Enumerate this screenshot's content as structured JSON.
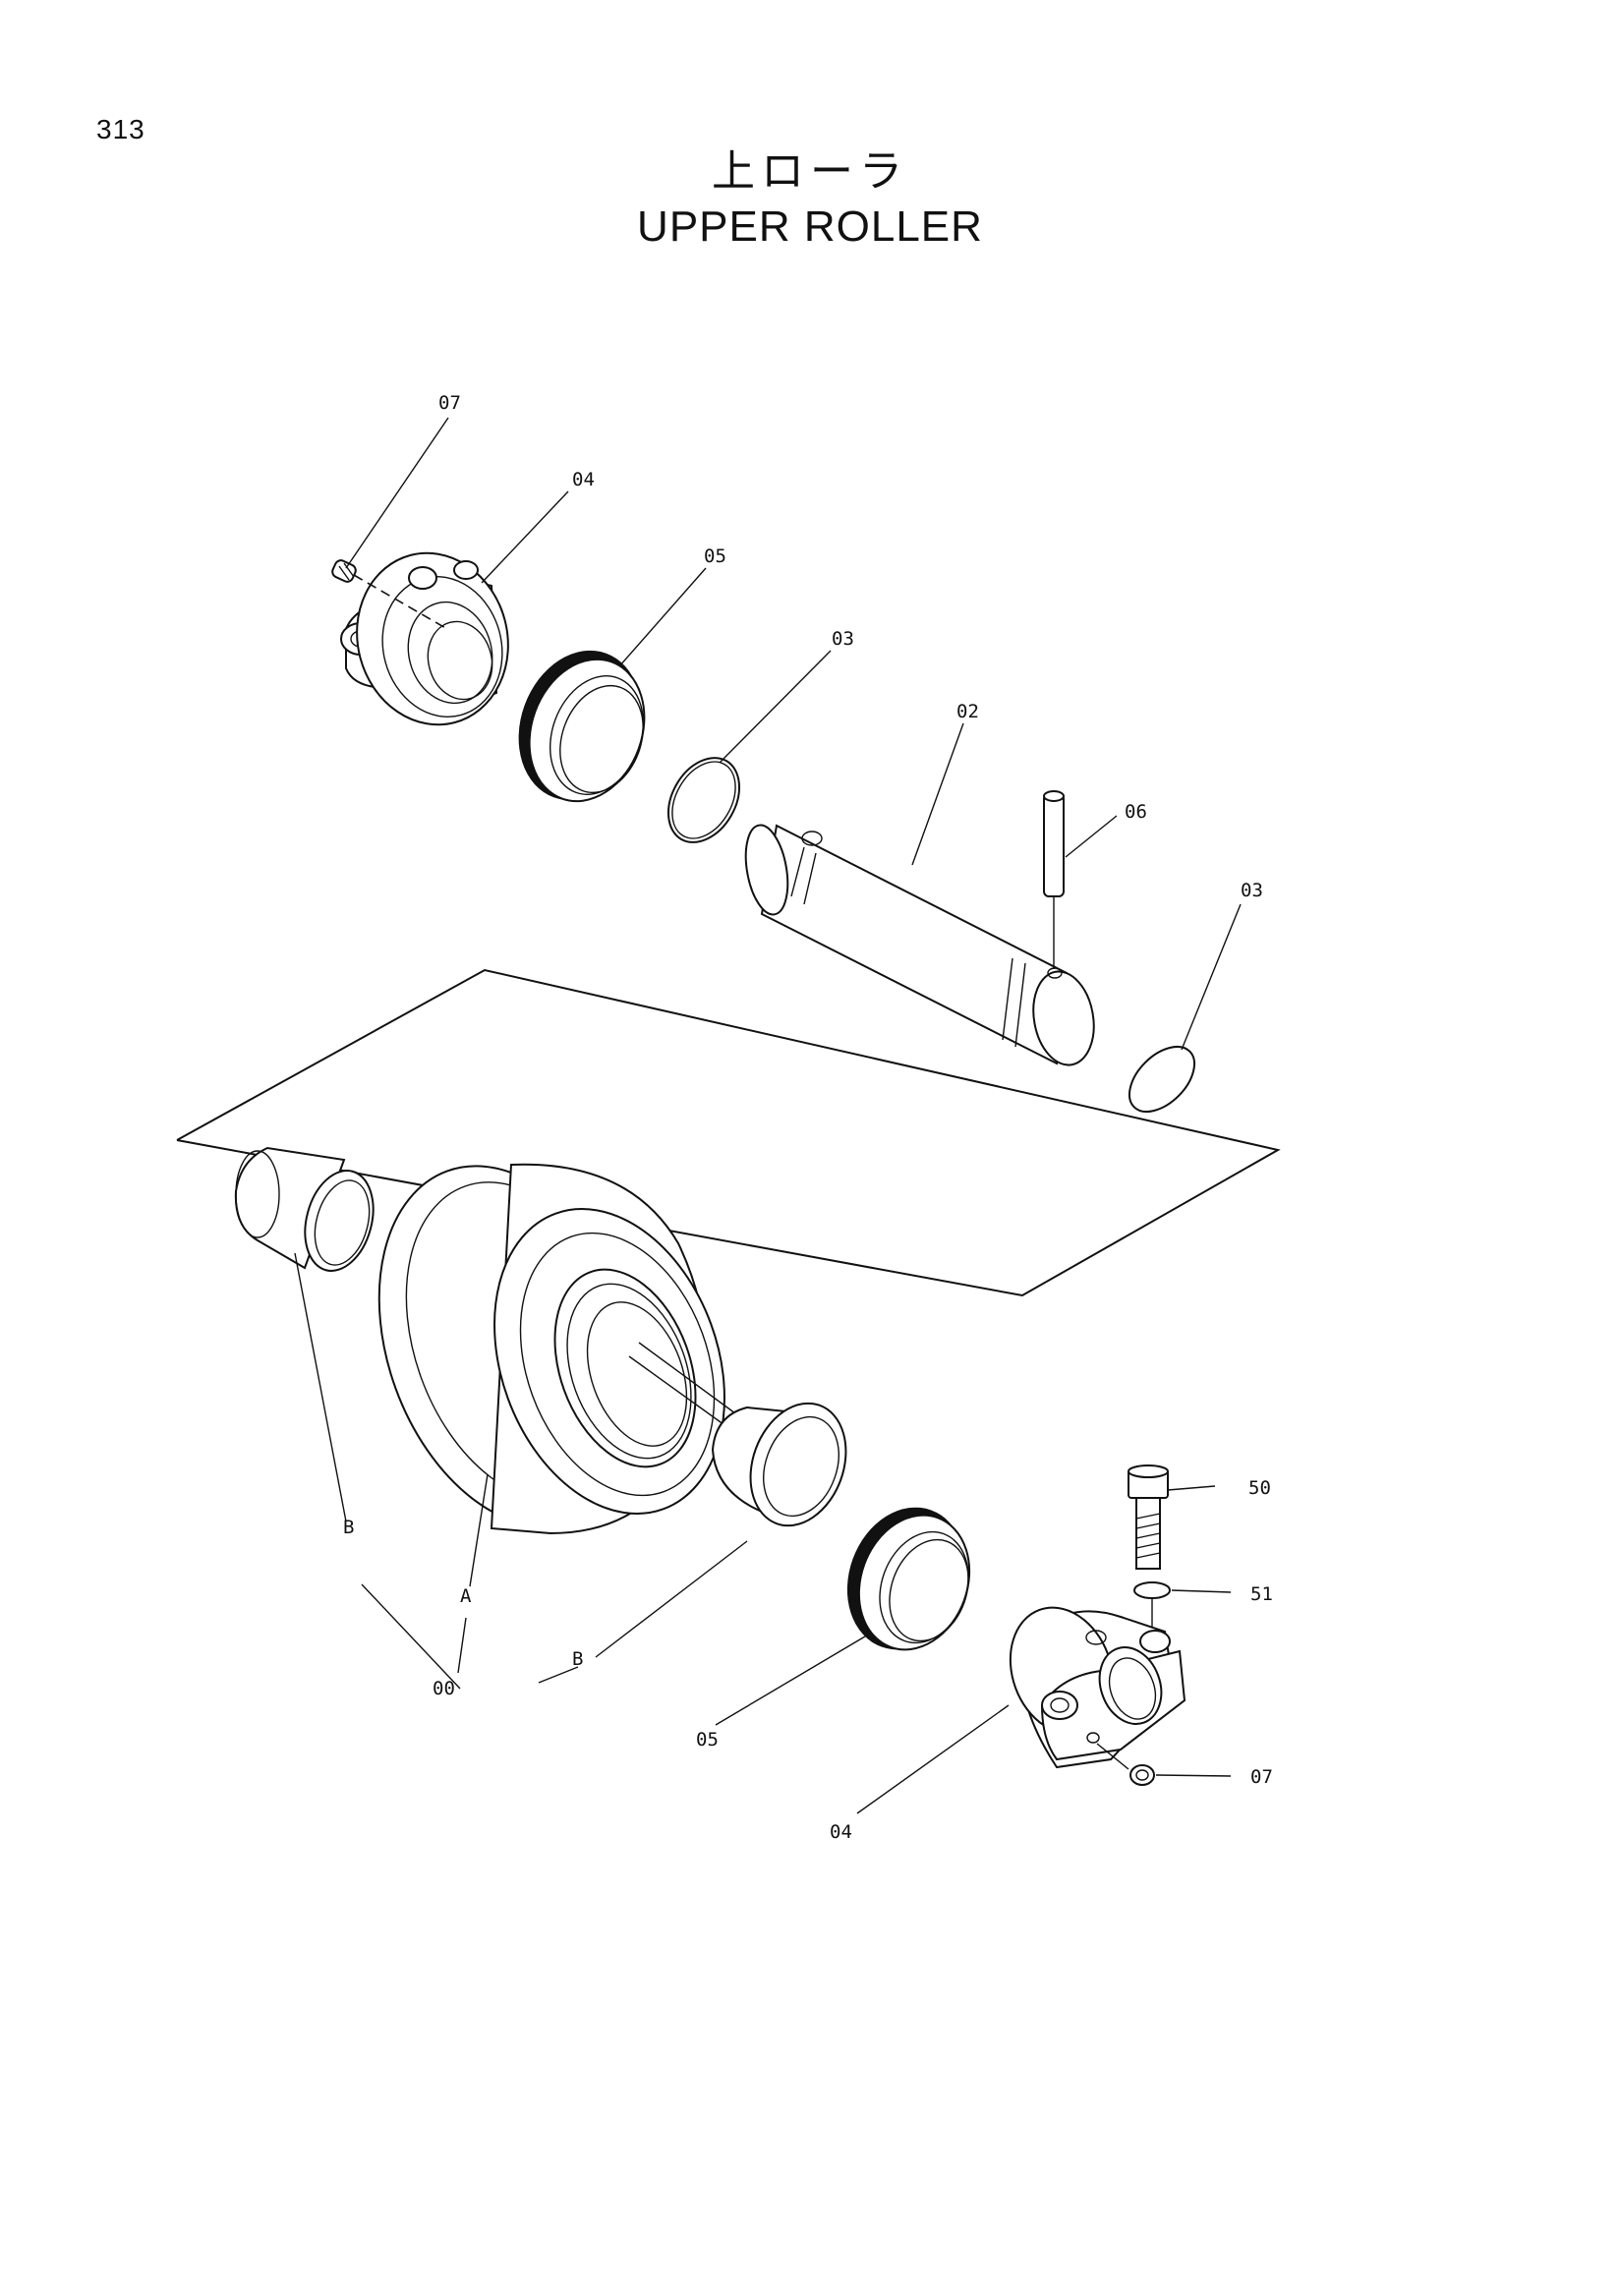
{
  "page_number": "313",
  "title_jp": "上ローラ",
  "title_en": "UPPER ROLLER",
  "callouts": {
    "c07_top": "07",
    "c04_top": "04",
    "c05_top": "05",
    "c03_top": "03",
    "c02": "02",
    "c06": "06",
    "c03_right": "03",
    "c50": "50",
    "c51": "51",
    "c07_bottom": "07",
    "c04_bottom": "04",
    "c05_bottom": "05",
    "cB_left": "B",
    "cA": "A",
    "c00": "00",
    "cB_right": "B"
  }
}
